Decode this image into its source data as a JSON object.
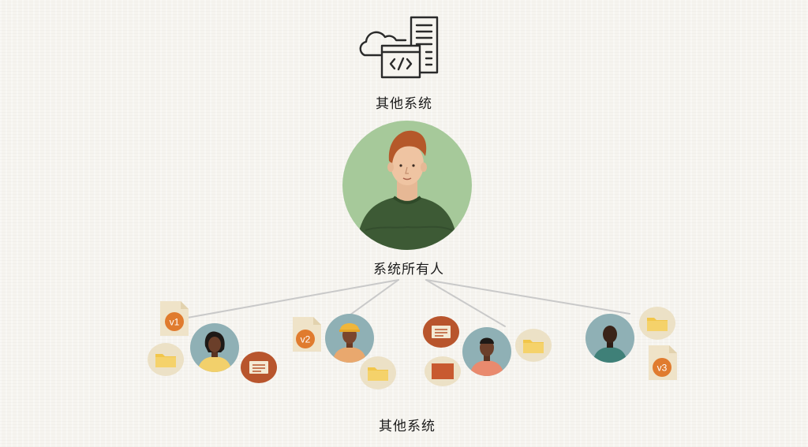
{
  "labels": {
    "top_system": "其他系统",
    "owner": "系统所有人",
    "bottom_system": "其他系统"
  },
  "badges": {
    "v1": "v1",
    "v2": "v2",
    "v3": "v3"
  },
  "icons": [
    "cloud-server-code-icon",
    "owner-avatar",
    "user-avatar",
    "document-icon",
    "folder-icon",
    "chat-bubble-icon"
  ],
  "colors": {
    "background": "#f6f4ef",
    "owner_circle": "#a6c99a",
    "avatar_bg": "#8fb0b5",
    "accent_orange": "#e07b2e",
    "bubble_brown": "#b8552d",
    "folder_yellow": "#f2c64a",
    "connector_gray": "#c8c8c8"
  }
}
